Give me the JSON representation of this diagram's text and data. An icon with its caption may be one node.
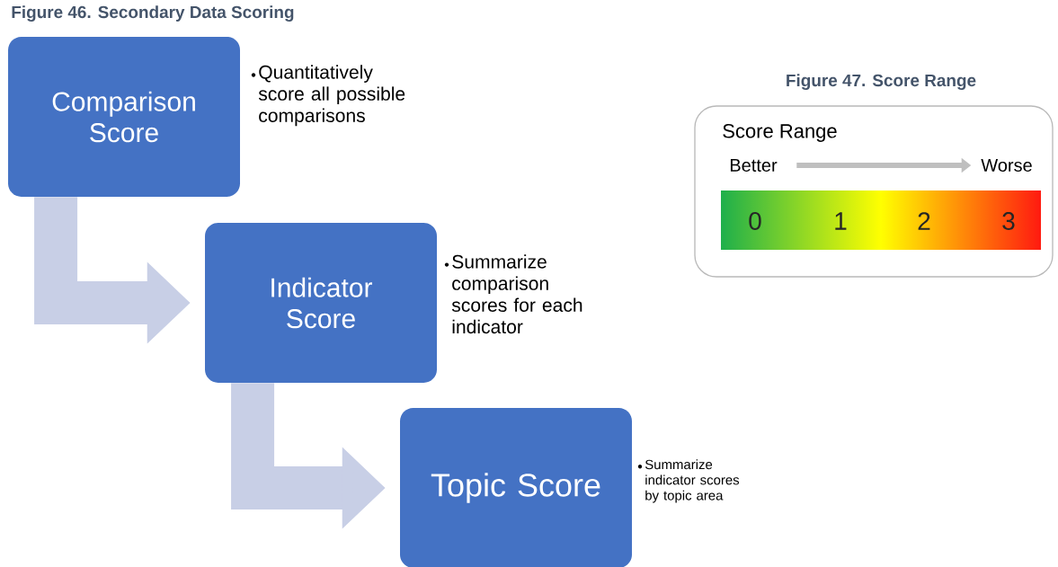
{
  "diagram": {
    "title": "Figure 46. Secondary Data Scoring",
    "nodes": [
      {
        "text": [
          "Comparison Score"
        ],
        "beside": [
          "Quantitatively score all possible comparisons"
        ]
      },
      {
        "text": [
          "Indicator Score"
        ],
        "beside": [
          "Summarize comparison scores for each indicator"
        ]
      },
      {
        "text": [
          "Topic Score"
        ],
        "beside": [
          "Summarize indicator scores by topic area"
        ]
      },
      {
        "text": [
          "Score Range"
        ]
      },
      {
        "text": [
          "Better"
        ],
        "in": 3
      },
      {
        "text": [
          "Worse"
        ],
        "in": 3
      },
      {
        "text": [
          "0",
          "1",
          "2",
          "3"
        ],
        "in": 3
      }
    ],
    "edges": [
      {
        "from": 0,
        "to": 1,
        "arrow": "to",
        "color": "#c8cfe6"
      },
      {
        "from": 1,
        "to": 2,
        "arrow": "to",
        "color": "#c8cfe6"
      },
      {
        "from": 4,
        "to": 5,
        "arrow": "to",
        "color": "#bfbfbf"
      }
    ],
    "labels": [
      "Figure 47. Score Range"
    ]
  }
}
